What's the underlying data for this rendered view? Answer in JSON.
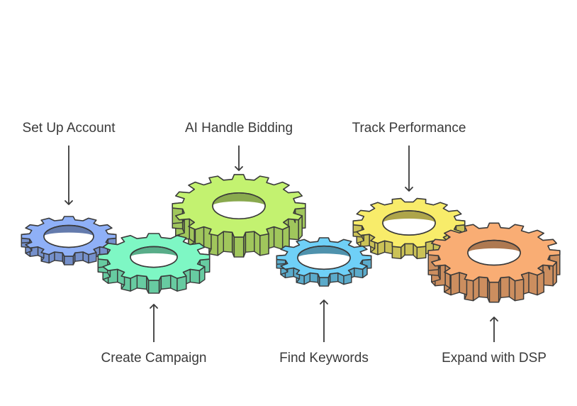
{
  "labels": {
    "set_up_account": "Set Up Account",
    "ai_handle_bidding": "AI Handle Bidding",
    "track_performance": "Track Performance",
    "create_campaign": "Create Campaign",
    "find_keywords": "Find Keywords",
    "expand_with_dsp": "Expand with DSP"
  },
  "gears": [
    {
      "id": "set-up-account",
      "color": "#8fb0f7",
      "teeth": 12
    },
    {
      "id": "create-campaign",
      "color": "#7ef7c4",
      "teeth": 12
    },
    {
      "id": "ai-handle-bidding",
      "color": "#c3f270",
      "teeth": 16
    },
    {
      "id": "find-keywords",
      "color": "#6fd0f7",
      "teeth": 12
    },
    {
      "id": "track-performance",
      "color": "#f8ec6a",
      "teeth": 14
    },
    {
      "id": "expand-with-dsp",
      "color": "#f9ad74",
      "teeth": 16
    }
  ],
  "colors": {
    "stroke": "#3a3a3a",
    "text": "#3a3a3a"
  }
}
